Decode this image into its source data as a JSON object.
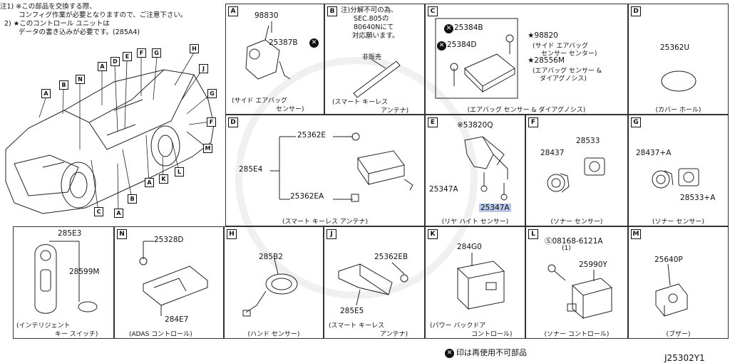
{
  "notes": {
    "line1": "注1) ※この部品を交換する際、",
    "line2": "コンフィグ作業が必要となりますので、ご注意下さい。",
    "line3": "2) ★このコントロール ユニットは",
    "line4": "データの書き込みが必要です。(285A4)"
  },
  "car_callouts": [
    "A",
    "B",
    "N",
    "D",
    "E",
    "F",
    "G",
    "H",
    "J",
    "G",
    "F",
    "M",
    "L",
    "K",
    "A",
    "B",
    "C",
    "A"
  ],
  "cells": {
    "A": {
      "letter": "A",
      "p1": "98830",
      "p2": "25387B",
      "caption1": "(サイド エアバッグ",
      "caption2": "センサー)"
    },
    "B": {
      "letter": "B",
      "note1": "注)分解不可の為、",
      "note2": "SEC.805の",
      "note3": "80640Nにて",
      "note4": "対応願います。",
      "hanbai": "非販売",
      "caption1": "(スマート キーレス",
      "caption2": "アンテナ)"
    },
    "C": {
      "letter": "C",
      "p1": "25384B",
      "p2": "25384D",
      "p3": "★98820",
      "p3a": "(サイド エアバッグ",
      "p3b": "センサー センター)",
      "p4": "★28556M",
      "p4a": "(エアバッグ センサー &",
      "p4b": "ダイアグノシス)",
      "caption": "(エアバッグ センサー & ダイアグノシス)"
    },
    "D1": {
      "letter": "D",
      "p1": "25362U",
      "caption": "(カバー ホール)"
    },
    "D2": {
      "letter": "D",
      "p1": "25362E",
      "p2": "285E4",
      "p3": "25362EA",
      "caption": "(スマート キーレス アンテナ)"
    },
    "E": {
      "letter": "E",
      "p1": "※53820Q",
      "p2": "25347A",
      "p3": "25347A",
      "caption": "(リヤ ハイト センサー)"
    },
    "F": {
      "letter": "F",
      "p1": "28437",
      "p2": "28533",
      "caption": "(ソナー センサー)"
    },
    "G": {
      "letter": "G",
      "p1": "28437+A",
      "p2": "28533+A",
      "caption": "(ソナー センサー)"
    },
    "KEY": {
      "p1": "285E3",
      "p2": "28599M",
      "caption1": "(インテリジェント",
      "caption2": "キー スイッチ)"
    },
    "N": {
      "letter": "N",
      "p1": "25328D",
      "p2": "284E7",
      "caption": "(ADAS コントロール)"
    },
    "H": {
      "letter": "H",
      "p1": "285B2",
      "caption": "(ハンド センサー)"
    },
    "J": {
      "letter": "J",
      "p1": "25362EB",
      "p2": "285E5",
      "caption1": "(スマート キーレス",
      "caption2": "アンテナ)"
    },
    "K": {
      "letter": "K",
      "p1": "284G0",
      "caption1": "(パワー バックドア",
      "caption2": "コントロール)"
    },
    "L": {
      "letter": "L",
      "p1": "Ⓢ08168-6121A",
      "p1b": "(1)",
      "p2": "25990Y",
      "caption": "(ソナー コントロール)"
    },
    "M": {
      "letter": "M",
      "p1": "25640P",
      "caption": "(ブザー)"
    }
  },
  "legend": {
    "symbol": "✕",
    "text": "印は再使用不可部品"
  },
  "diagram_code": "J25302Y1"
}
